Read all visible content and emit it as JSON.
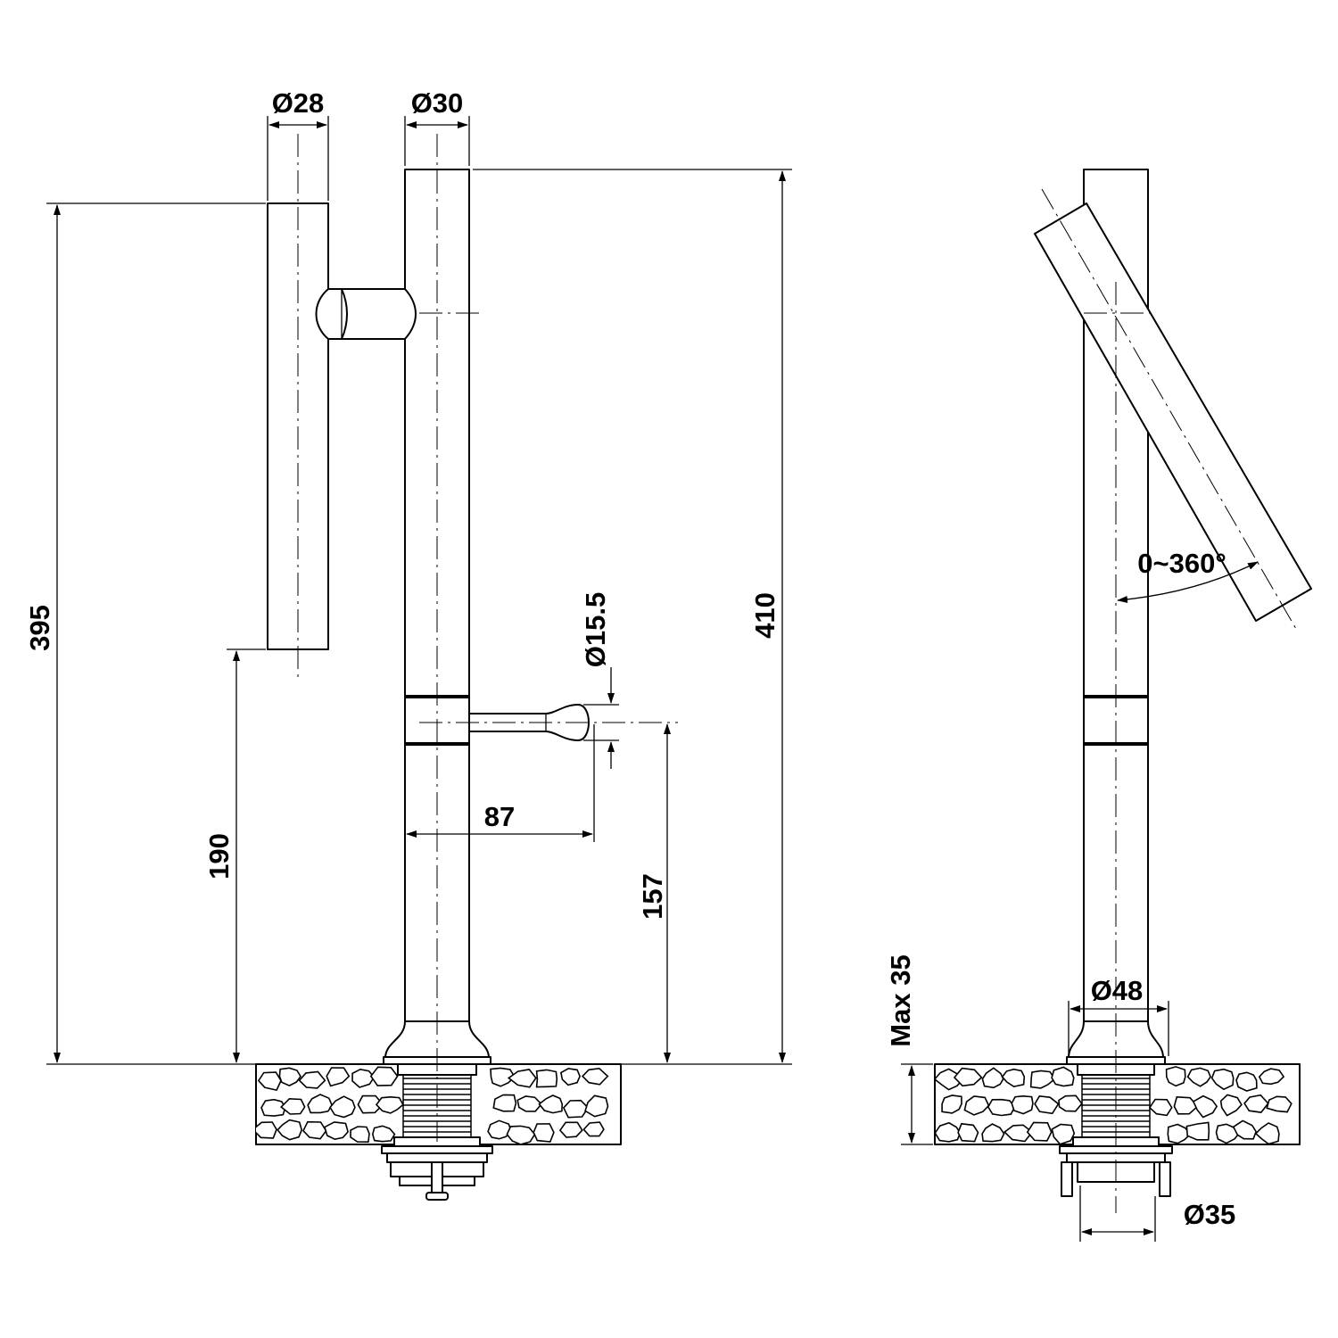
{
  "diagram": {
    "front_view": {
      "dimensions": {
        "handle_diameter": "Ø28",
        "body_diameter": "Ø30",
        "spout_diameter": "Ø15.5",
        "handle_height": "395",
        "total_height": "410",
        "handle_bottom_height": "190",
        "spout_height": "157",
        "spout_reach": "87"
      }
    },
    "side_view": {
      "dimensions": {
        "rotation": "0~360°",
        "deck_thickness": "Max 35",
        "base_diameter": "Ø48",
        "shank_diameter": "Ø35"
      }
    }
  },
  "colors": {
    "line": "#000000",
    "background": "#ffffff"
  }
}
